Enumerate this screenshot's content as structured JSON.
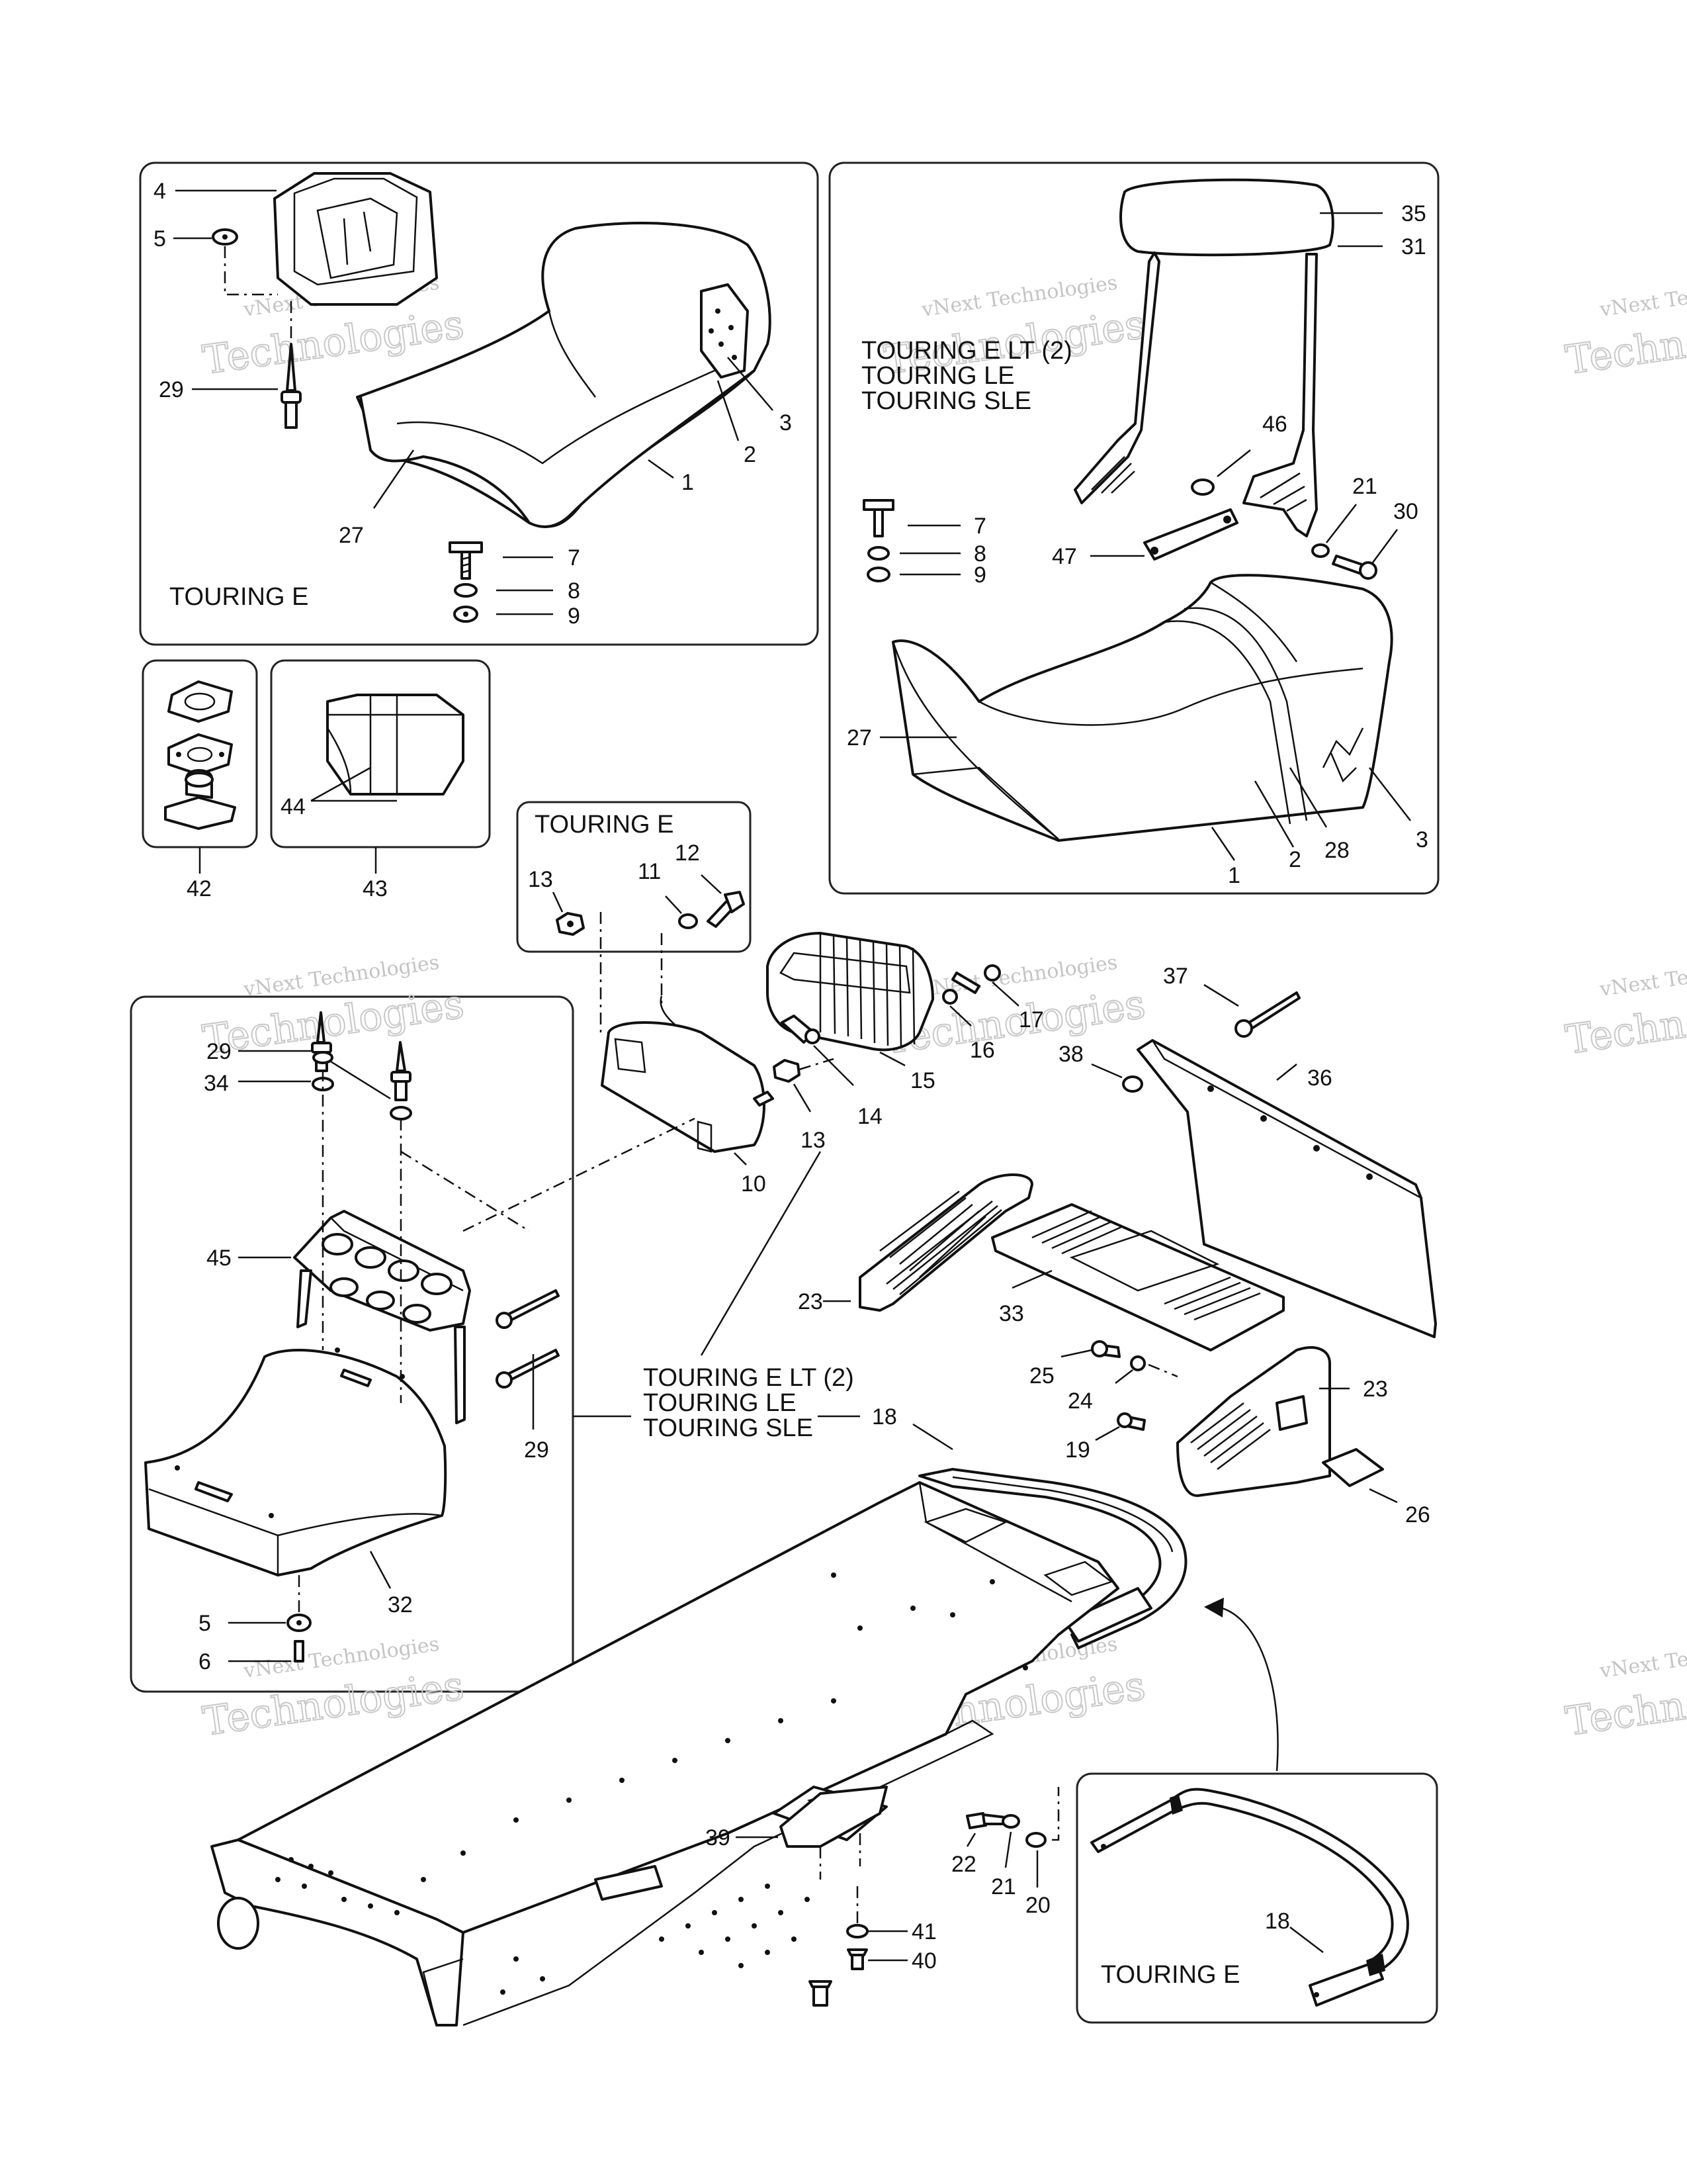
{
  "watermark": {
    "line1": "vNext Technologies",
    "line2": "Technologies"
  },
  "panels": {
    "touring_e_seat": {
      "caption": "TOURING E"
    },
    "backrest": {
      "caption_lines": [
        "TOURING E LT (2)",
        "TOURING LE",
        "TOURING SLE"
      ]
    },
    "bolt_box": {
      "caption": "TOURING E"
    },
    "bumper_inset": {
      "caption": "TOURING E"
    },
    "rack_callout": {
      "caption_lines": [
        "TOURING E LT (2)",
        "TOURING LE",
        "TOURING SLE"
      ]
    }
  },
  "labels": {
    "p4": "4",
    "p5a": "5",
    "p29a": "29",
    "p27a": "27",
    "p1a": "1",
    "p2a": "2",
    "p3a": "3",
    "p7a": "7",
    "p8a": "8",
    "p9a": "9",
    "p35": "35",
    "p31": "31",
    "p46": "46",
    "p21a": "21",
    "p30": "30",
    "p47": "47",
    "p7b": "7",
    "p8b": "8",
    "p9b": "9",
    "p27b": "27",
    "p2b": "2",
    "p28": "28",
    "p3b": "3",
    "p1b": "1",
    "p42": "42",
    "p43": "43",
    "p44": "44",
    "p13a": "13",
    "p11": "11",
    "p12": "12",
    "p16": "16",
    "p17": "17",
    "p15": "15",
    "p14": "14",
    "p13b": "13",
    "p10": "10",
    "p37": "37",
    "p38": "38",
    "p36": "36",
    "p29b": "29",
    "p34": "34",
    "p45": "45",
    "p29c": "29",
    "p32": "32",
    "p5b": "5",
    "p6": "6",
    "p23a": "23",
    "p33": "33",
    "p25": "25",
    "p24": "24",
    "p23b": "23",
    "p19": "19",
    "p26": "26",
    "p18a": "18",
    "p39": "39",
    "p22": "22",
    "p21b": "21",
    "p20": "20",
    "p41": "41",
    "p40": "40",
    "p18b": "18"
  }
}
